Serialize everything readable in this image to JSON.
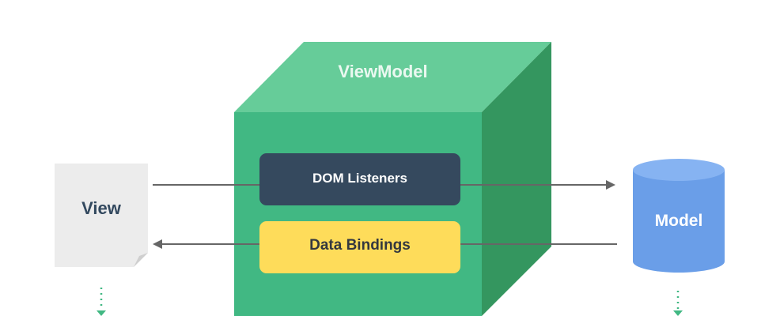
{
  "viewmodel": {
    "title": "ViewModel"
  },
  "dom_listeners": {
    "label": "DOM Listeners"
  },
  "data_bindings": {
    "label": "Data Bindings"
  },
  "view": {
    "label": "View"
  },
  "model": {
    "label": "Model"
  },
  "colors": {
    "cube_front": "#41b883",
    "cube_top": "#66cc99",
    "cube_side": "#34965f",
    "dom_listeners_box": "#35495e",
    "data_bindings_box": "#fedc5a",
    "view_doc": "#ececec",
    "model_db": "#6a9ee8",
    "arrow": "#666666",
    "dotted_arrow": "#41b883"
  }
}
